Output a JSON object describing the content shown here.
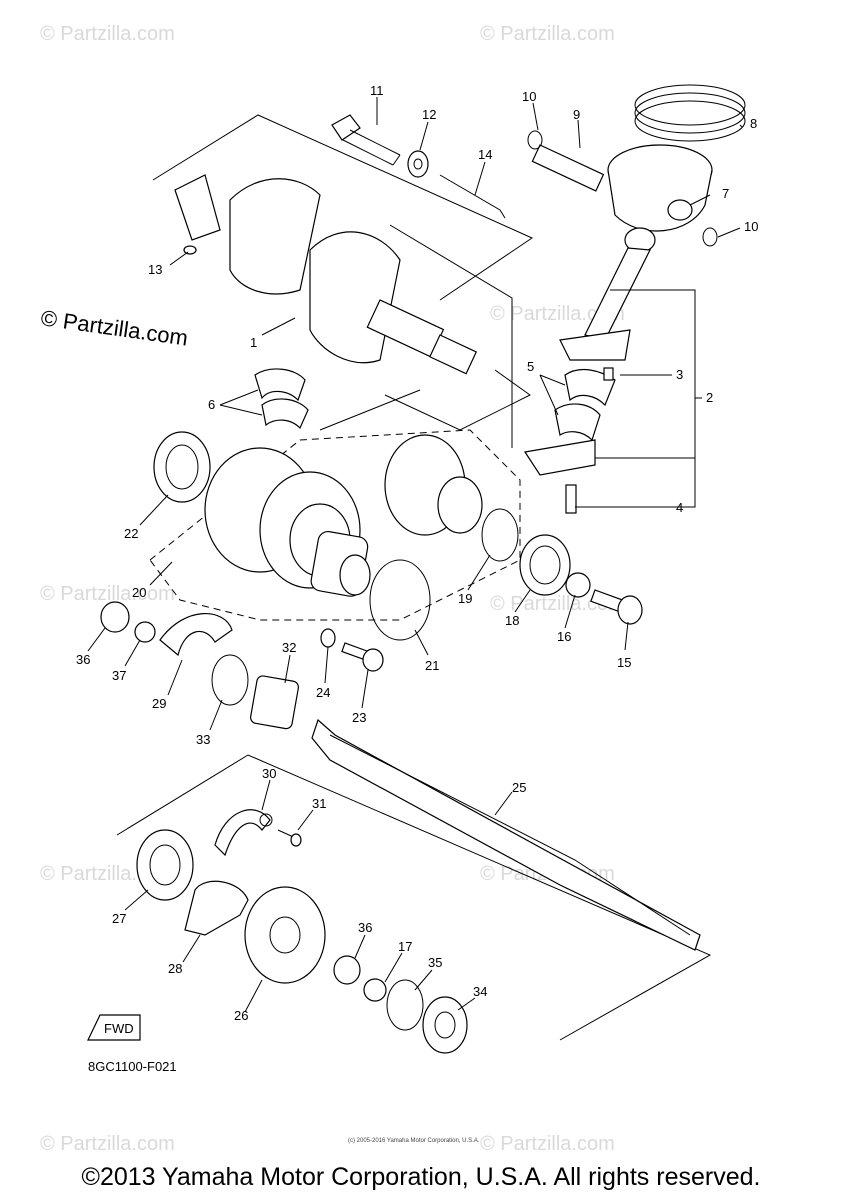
{
  "diagram_code": "8GC1100-F021",
  "fwd_label": "FWD",
  "watermark_text": "© Partzilla.com",
  "watermark_main": "© Partzilla.com",
  "small_print": "(c) 2005-2016 Yamaha Motor Corporation, U.S.A.",
  "copyright": "©2013 Yamaha Motor Corporation, U.S.A. All rights reserved.",
  "callouts": [
    "1",
    "2",
    "3",
    "4",
    "5",
    "6",
    "7",
    "8",
    "9",
    "10",
    "10",
    "11",
    "12",
    "13",
    "14",
    "15",
    "16",
    "17",
    "18",
    "19",
    "20",
    "21",
    "22",
    "23",
    "24",
    "25",
    "26",
    "27",
    "28",
    "29",
    "30",
    "31",
    "32",
    "33",
    "34",
    "35",
    "36",
    "36",
    "37"
  ]
}
